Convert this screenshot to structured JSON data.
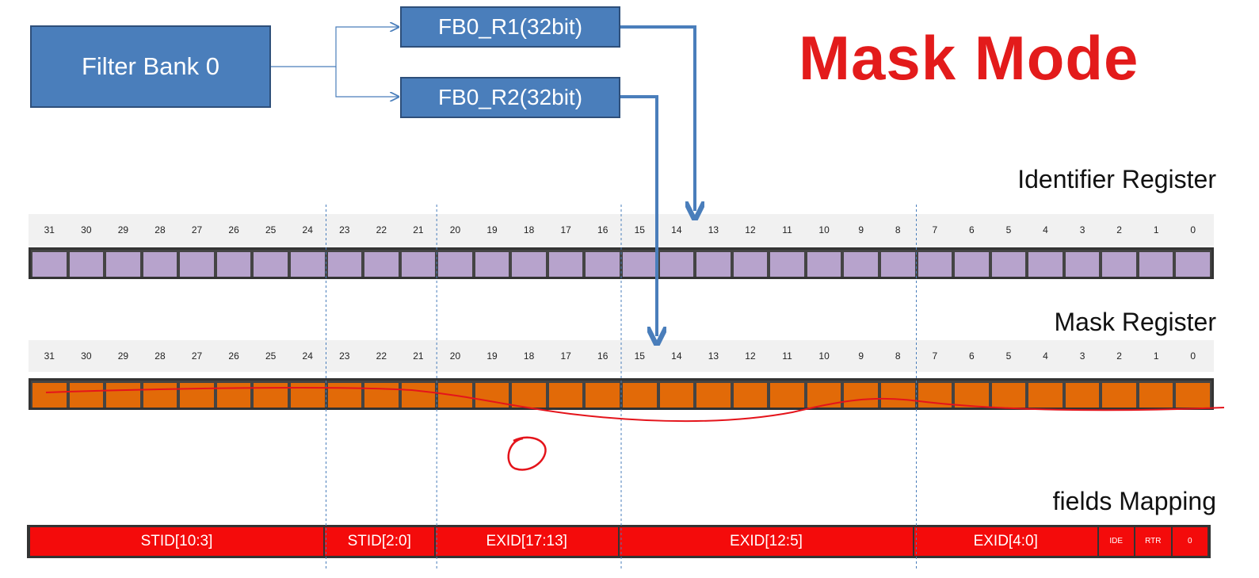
{
  "boxes": {
    "filter_bank": "Filter Bank 0",
    "r1": "FB0_R1(32bit)",
    "r2": "FB0_R2(32bit)"
  },
  "title": "Mask Mode",
  "labels": {
    "identifier_register": "Identifier Register",
    "mask_register": "Mask Register",
    "fields_mapping": "fields Mapping"
  },
  "bit_numbers": [
    "31",
    "30",
    "29",
    "28",
    "27",
    "26",
    "25",
    "24",
    "23",
    "22",
    "21",
    "20",
    "19",
    "18",
    "17",
    "16",
    "15",
    "14",
    "13",
    "12",
    "11",
    "10",
    "9",
    "8",
    "7",
    "6",
    "5",
    "4",
    "3",
    "2",
    "1",
    "0"
  ],
  "fields": [
    {
      "label": "STID[10:3]",
      "bits": 8
    },
    {
      "label": "STID[2:0]",
      "bits": 3
    },
    {
      "label": "EXID[17:13]",
      "bits": 5
    },
    {
      "label": "EXID[12:5]",
      "bits": 8
    },
    {
      "label": "EXID[4:0]",
      "bits": 5
    },
    {
      "label": "IDE",
      "bits": 1
    },
    {
      "label": "RTR",
      "bits": 1
    },
    {
      "label": "0",
      "bits": 1
    }
  ],
  "handwritten_note": "0",
  "colors": {
    "box_blue": "#4a7ebb",
    "title_red": "#e31b1b",
    "identifier_cell": "#b7a3cc",
    "mask_cell": "#e26a08",
    "field_red": "#f40b0b",
    "arrow_blue": "#4a7ebb"
  }
}
